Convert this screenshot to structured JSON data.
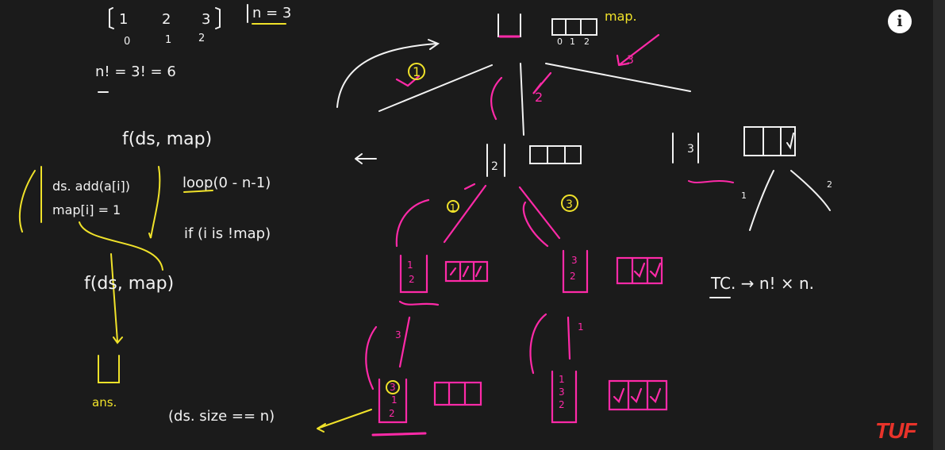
{
  "info_button": {
    "glyph": "i",
    "icon": "info-icon"
  },
  "logo": {
    "text": "TUF",
    "color": "#e8332a"
  },
  "colors": {
    "chalk": "#f2f2f2",
    "yellow": "#f0e22a",
    "pink": "#ff2aa8"
  },
  "notes": {
    "array_values": [
      "1",
      "2",
      "3"
    ],
    "array_indices": [
      "0",
      "1",
      "2"
    ],
    "n_eq": "n = 3",
    "fact": "n! = 3! = 6",
    "f1": "f(ds, map)",
    "code1": "ds. add(a[i])",
    "code2": "map[i] = 1",
    "loop": "loop(0 - n-1)",
    "cond": "if (i is !map)",
    "f2": "f(ds, map)",
    "ans": "ans.",
    "base": "(ds. size == n)",
    "tc": "TC. → n! × n."
  },
  "tree": {
    "map_label": "map.",
    "root_indices": [
      "0",
      "1",
      "2"
    ],
    "edge_1": "1",
    "edge_2": "2",
    "edge_3": "3",
    "node2_label": "2",
    "node3_label": "3",
    "node3_edge_1": "1",
    "node3_edge_2": "2",
    "c1": "1",
    "c3": "3",
    "ds_a": "1",
    "ds_a2": "2",
    "ds_b": "3",
    "ds_b2": "2",
    "g_edge_3": "3",
    "g_edge_1": "1",
    "g_ds_a": [
      "3",
      "1",
      "2"
    ],
    "g_ds_b": [
      "1",
      "3",
      "2"
    ]
  }
}
